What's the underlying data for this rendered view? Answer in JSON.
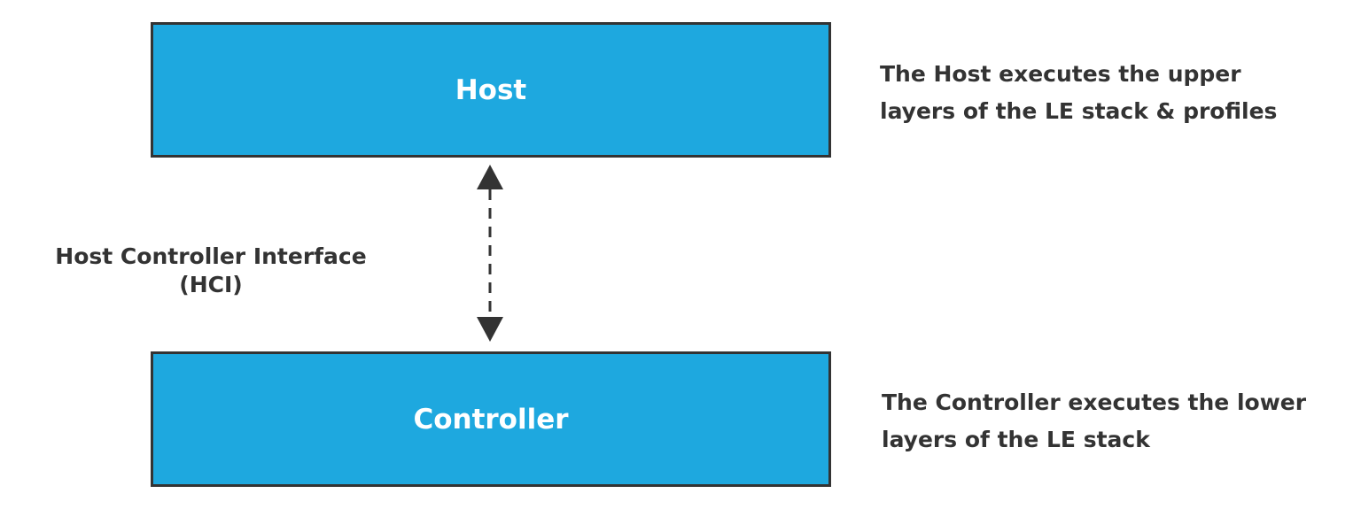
{
  "colors": {
    "box_fill": "#1EA8DF",
    "box_border": "#333333",
    "box_text": "#FFFFFF",
    "label_text": "#333333"
  },
  "host": {
    "label": "Host",
    "description_line1": "The Host executes the upper",
    "description_line2": "layers of the LE stack & profiles"
  },
  "controller": {
    "label": "Controller",
    "description_line1": "The Controller executes the lower",
    "description_line2": "layers of the LE stack"
  },
  "interface": {
    "label_line1": "Host Controller Interface",
    "label_line2": "(HCI)",
    "arrow_icon": "bidirectional-dashed-arrow-icon"
  }
}
